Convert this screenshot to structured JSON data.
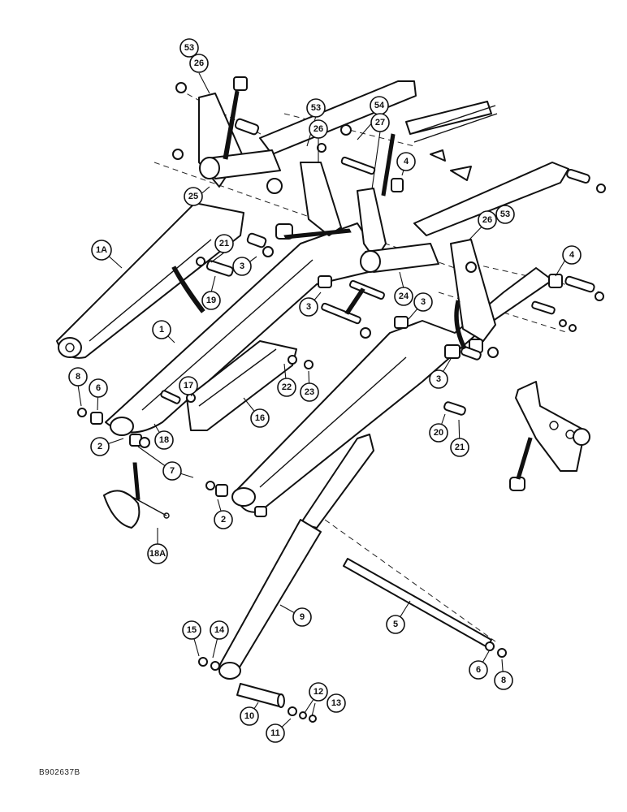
{
  "figure_code": "B902637B",
  "callouts": {
    "c53a": "53",
    "c26a": "26",
    "c53b": "53",
    "c54": "54",
    "c26b": "26",
    "c27": "27",
    "c4a": "4",
    "c26c": "26",
    "c53c": "53",
    "c25": "25",
    "c1A": "1A",
    "c21a": "21",
    "c3a": "3",
    "c19": "19",
    "c24": "24",
    "c4b": "4",
    "c3b": "3",
    "c3c": "3",
    "c1": "1",
    "c8a": "8",
    "c6a": "6",
    "c17": "17",
    "c22": "22",
    "c23": "23",
    "c16": "16",
    "c3d": "3",
    "c2a": "2",
    "c18": "18",
    "c7": "7",
    "c20": "20",
    "c21b": "21",
    "c2b": "2",
    "c18A": "18A",
    "c9": "9",
    "c5": "5",
    "c15": "15",
    "c14": "14",
    "c6b": "6",
    "c8b": "8",
    "c12": "12",
    "c13": "13",
    "c10": "10",
    "c11": "11"
  }
}
